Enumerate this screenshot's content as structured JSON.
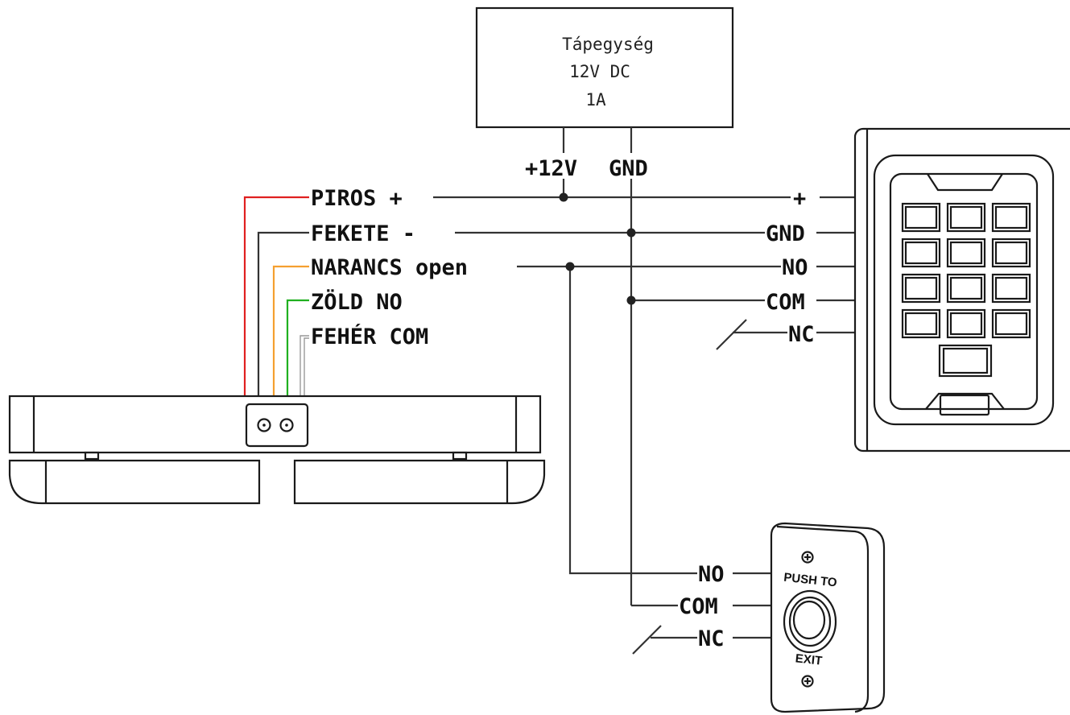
{
  "power_supply": {
    "line1": "Tápegység",
    "line2": "12V DC",
    "line3": "1A",
    "plus_label": "+12V",
    "gnd_label": "GND"
  },
  "lock_wires": [
    {
      "label": "PIROS +",
      "color": "#e02020"
    },
    {
      "label": "FEKETE -",
      "color": "#333333"
    },
    {
      "label": "NARANCS open",
      "color": "#f5a030"
    },
    {
      "label": "ZÖLD NO",
      "color": "#20b020"
    },
    {
      "label": "FEHÉR COM",
      "color": "#aaaaaa"
    }
  ],
  "keypad_terminals": {
    "plus": "+",
    "gnd": "GND",
    "no": "NO",
    "com": "COM",
    "nc": "NC"
  },
  "exit_button": {
    "no": "NO",
    "com": "COM",
    "nc": "NC",
    "text_top": "PUSH TO",
    "text_bottom": "EXIT"
  }
}
